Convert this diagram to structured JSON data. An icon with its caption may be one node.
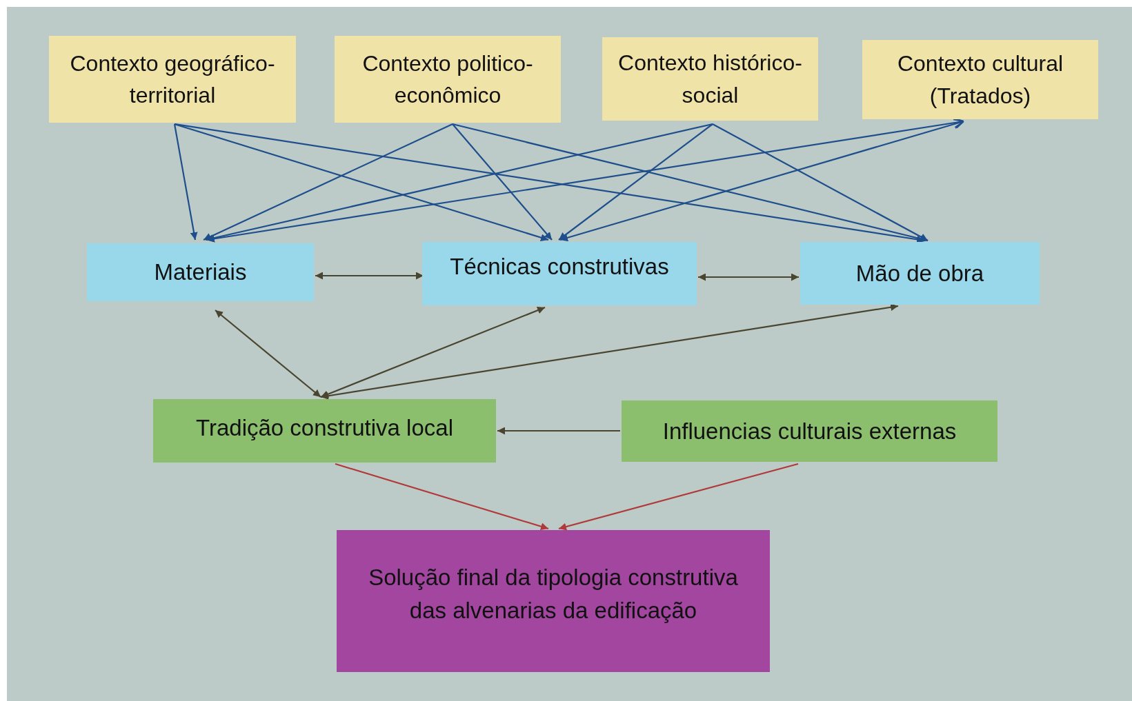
{
  "diagram": {
    "nodes": [
      {
        "text": [
          "Contexto geográfico-territorial"
        ]
      },
      {
        "text": [
          "Contexto politico-econômico"
        ]
      },
      {
        "text": [
          "Contexto histórico-social"
        ]
      },
      {
        "text": [
          "Contexto cultural (Tratados)"
        ]
      },
      {
        "text": [
          "Materiais"
        ]
      },
      {
        "text": [
          "Técnicas construtivas"
        ]
      },
      {
        "text": [
          "Mão de obra"
        ]
      },
      {
        "text": [
          "Tradição construtiva local"
        ]
      },
      {
        "text": [
          "Influencias culturais externas"
        ]
      },
      {
        "text": [
          "Solução final da tipologia construtiva das alvenarias da edificação"
        ]
      }
    ],
    "edges": [
      {
        "from": 0,
        "to": 4,
        "arrow": "to"
      },
      {
        "from": 0,
        "to": 5,
        "arrow": "to"
      },
      {
        "from": 0,
        "to": 6,
        "arrow": "to"
      },
      {
        "from": 1,
        "to": 4,
        "arrow": "to"
      },
      {
        "from": 1,
        "to": 5,
        "arrow": "to"
      },
      {
        "from": 1,
        "to": 6,
        "arrow": "to"
      },
      {
        "from": 2,
        "to": 4,
        "arrow": "to"
      },
      {
        "from": 2,
        "to": 5,
        "arrow": "to"
      },
      {
        "from": 2,
        "to": 6,
        "arrow": "to"
      },
      {
        "from": 3,
        "to": 4,
        "arrow": "both"
      },
      {
        "from": 3,
        "to": 5,
        "arrow": "both"
      },
      {
        "from": 4,
        "to": 5,
        "arrow": "both",
        "color": "#4a4530"
      },
      {
        "from": 5,
        "to": 6,
        "arrow": "both",
        "color": "#4a4530"
      },
      {
        "from": 7,
        "to": 4,
        "arrow": "both",
        "color": "#4a4530"
      },
      {
        "from": 7,
        "to": 5,
        "arrow": "both",
        "color": "#4a4530"
      },
      {
        "from": 7,
        "to": 6,
        "arrow": "both",
        "color": "#4a4530"
      },
      {
        "from": 8,
        "to": 7,
        "arrow": "to",
        "color": "#4a4530"
      },
      {
        "from": 7,
        "to": 9,
        "arrow": "to",
        "color": "#b03a3a"
      },
      {
        "from": 8,
        "to": 9,
        "arrow": "to",
        "color": "#b03a3a"
      }
    ]
  }
}
